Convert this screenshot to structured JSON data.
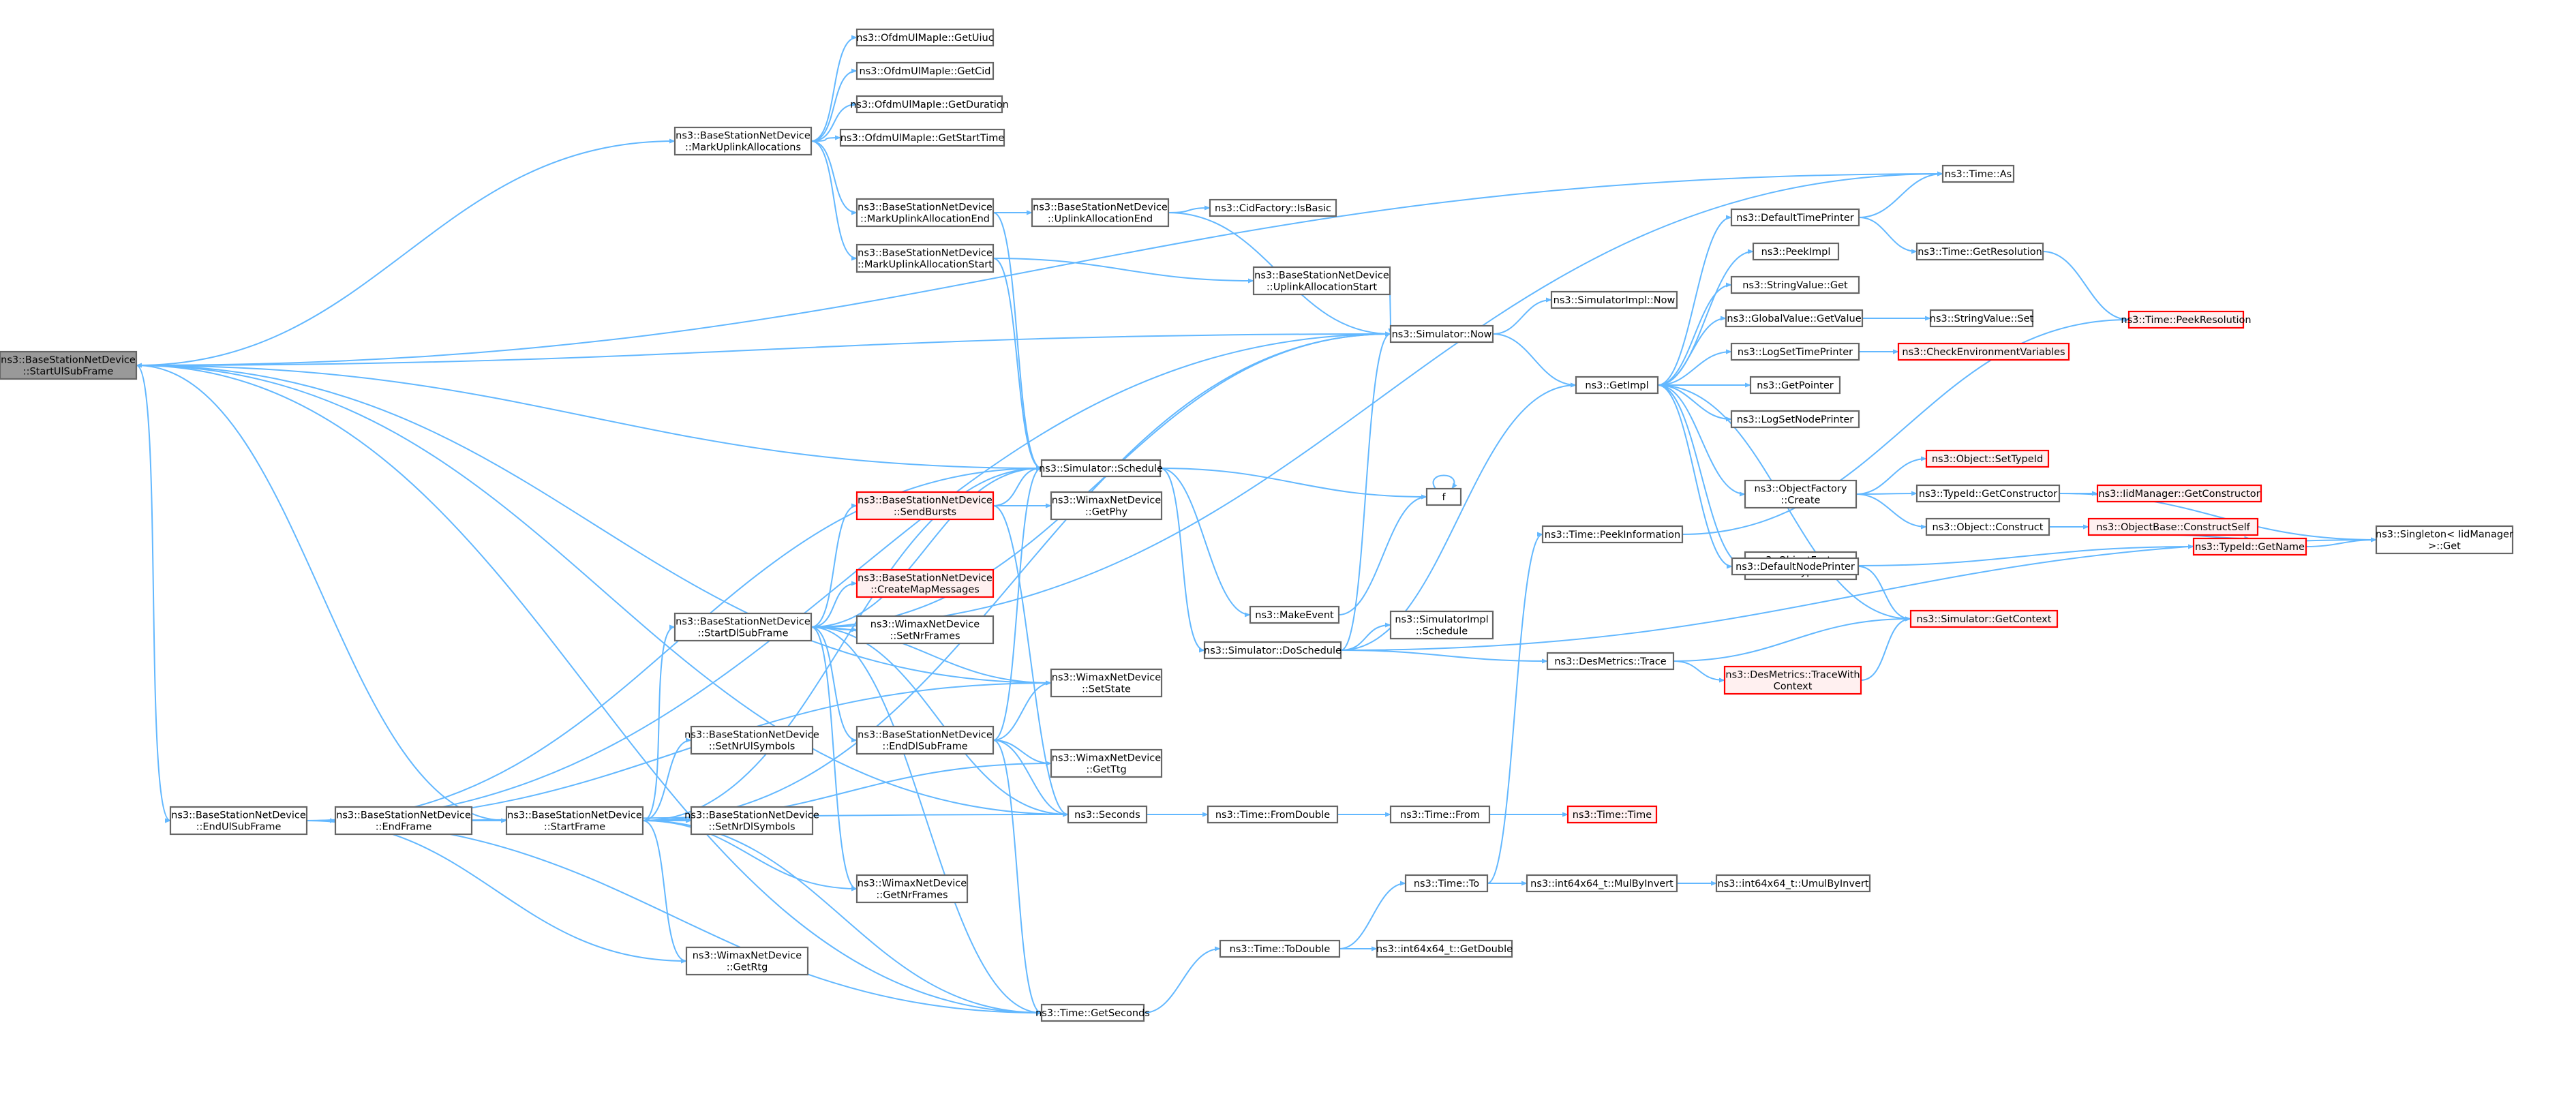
{
  "colors": {
    "edge": "#63b8ff",
    "node_border": "#666666",
    "node_fill": "#ffffff",
    "focus_fill": "#999999",
    "focus_border": "#666666",
    "truncated_border": "#ff0000",
    "truncated_fill": "#fff0f0",
    "text": "#000000"
  },
  "nodes": [
    {
      "id": "n0",
      "lines": [
        "ns3::BaseStationNetDevice",
        "::StartUlSubFrame"
      ],
      "style": "focus"
    },
    {
      "id": "n1",
      "lines": [
        "ns3::OfdmUlMapIe::GetUiuc"
      ],
      "style": "normal"
    },
    {
      "id": "n2",
      "lines": [
        "ns3::OfdmUlMapIe::GetCid"
      ],
      "style": "normal"
    },
    {
      "id": "n3",
      "lines": [
        "ns3::OfdmUlMapIe::GetDuration"
      ],
      "style": "normal"
    },
    {
      "id": "n4",
      "lines": [
        "ns3::OfdmUlMapIe::GetStartTime"
      ],
      "style": "normal"
    },
    {
      "id": "n5",
      "lines": [
        "ns3::BaseStationNetDevice",
        "::MarkUplinkAllocations"
      ],
      "style": "normal"
    },
    {
      "id": "n6",
      "lines": [
        "ns3::Time::As"
      ],
      "style": "normal"
    },
    {
      "id": "n7",
      "lines": [
        "ns3::BaseStationNetDevice",
        "::MarkUplinkAllocationEnd"
      ],
      "style": "normal"
    },
    {
      "id": "n8",
      "lines": [
        "ns3::BaseStationNetDevice",
        "::UplinkAllocationEnd"
      ],
      "style": "normal"
    },
    {
      "id": "n9",
      "lines": [
        "ns3::CidFactory::IsBasic"
      ],
      "style": "normal"
    },
    {
      "id": "n10",
      "lines": [
        "ns3::BaseStationNetDevice",
        "::MarkUplinkAllocationStart"
      ],
      "style": "normal"
    },
    {
      "id": "n11",
      "lines": [
        "ns3::BaseStationNetDevice",
        "::UplinkAllocationStart"
      ],
      "style": "normal"
    },
    {
      "id": "n12",
      "lines": [
        "ns3::Simulator::Now"
      ],
      "style": "normal"
    },
    {
      "id": "n13",
      "lines": [
        "ns3::SimulatorImpl::Now"
      ],
      "style": "normal"
    },
    {
      "id": "n14",
      "lines": [
        "ns3::DefaultTimePrinter"
      ],
      "style": "normal"
    },
    {
      "id": "n15",
      "lines": [
        "ns3::PeekImpl"
      ],
      "style": "normal"
    },
    {
      "id": "n16",
      "lines": [
        "ns3::Time::GetResolution"
      ],
      "style": "normal"
    },
    {
      "id": "n17",
      "lines": [
        "ns3::StringValue::Get"
      ],
      "style": "normal"
    },
    {
      "id": "n18",
      "lines": [
        "ns3::GlobalValue::GetValue"
      ],
      "style": "normal"
    },
    {
      "id": "n19",
      "lines": [
        "ns3::StringValue::Set"
      ],
      "style": "normal"
    },
    {
      "id": "n20",
      "lines": [
        "ns3::Time::PeekResolution"
      ],
      "style": "truncated"
    },
    {
      "id": "n21",
      "lines": [
        "ns3::LogSetTimePrinter"
      ],
      "style": "normal"
    },
    {
      "id": "n22",
      "lines": [
        "ns3::CheckEnvironmentVariables"
      ],
      "style": "truncated"
    },
    {
      "id": "n23",
      "lines": [
        "ns3::GetImpl"
      ],
      "style": "normal"
    },
    {
      "id": "n24",
      "lines": [
        "ns3::GetPointer"
      ],
      "style": "normal"
    },
    {
      "id": "n25",
      "lines": [
        "ns3::LogSetNodePrinter"
      ],
      "style": "normal"
    },
    {
      "id": "n26",
      "lines": [
        "ns3::Simulator::Schedule"
      ],
      "style": "normal"
    },
    {
      "id": "n27",
      "lines": [
        "ns3::BaseStationNetDevice",
        "::SendBursts"
      ],
      "style": "truncated"
    },
    {
      "id": "n28",
      "lines": [
        "ns3::WimaxNetDevice",
        "::GetPhy"
      ],
      "style": "normal"
    },
    {
      "id": "n29",
      "lines": [
        "f"
      ],
      "style": "normal"
    },
    {
      "id": "n30",
      "lines": [
        "ns3::Object::SetTypeId"
      ],
      "style": "truncated"
    },
    {
      "id": "n31",
      "lines": [
        "ns3::ObjectFactory",
        "::Create"
      ],
      "style": "normal"
    },
    {
      "id": "n32",
      "lines": [
        "ns3::TypeId::GetConstructor"
      ],
      "style": "normal"
    },
    {
      "id": "n33",
      "lines": [
        "ns3::IidManager::GetConstructor"
      ],
      "style": "truncated"
    },
    {
      "id": "n34",
      "lines": [
        "ns3::Object::Construct"
      ],
      "style": "normal"
    },
    {
      "id": "n35",
      "lines": [
        "ns3::ObjectBase::ConstructSelf"
      ],
      "style": "truncated"
    },
    {
      "id": "n36",
      "lines": [
        "ns3::Time::PeekInformation"
      ],
      "style": "normal"
    },
    {
      "id": "n37",
      "lines": [
        "ns3::Singleton< IidManager",
        " >::Get"
      ],
      "style": "normal"
    },
    {
      "id": "n38",
      "lines": [
        "ns3::TypeId::GetName"
      ],
      "style": "truncated"
    },
    {
      "id": "n39",
      "lines": [
        "ns3::ObjectFactory",
        "::SetTypeId"
      ],
      "style": "normal"
    },
    {
      "id": "n40",
      "lines": [
        "ns3::BaseStationNetDevice",
        "::CreateMapMessages"
      ],
      "style": "truncated"
    },
    {
      "id": "n41",
      "lines": [
        "ns3::MakeEvent"
      ],
      "style": "normal"
    },
    {
      "id": "n42",
      "lines": [
        "ns3::DefaultNodePrinter"
      ],
      "style": "normal"
    },
    {
      "id": "n43",
      "lines": [
        "ns3::BaseStationNetDevice",
        "::StartDlSubFrame"
      ],
      "style": "normal"
    },
    {
      "id": "n44",
      "lines": [
        "ns3::WimaxNetDevice",
        "::SetNrFrames"
      ],
      "style": "normal"
    },
    {
      "id": "n45",
      "lines": [
        "ns3::SimulatorImpl",
        "::Schedule"
      ],
      "style": "normal"
    },
    {
      "id": "n46",
      "lines": [
        "ns3::Simulator::GetContext"
      ],
      "style": "truncated"
    },
    {
      "id": "n47",
      "lines": [
        "ns3::Simulator::DoSchedule"
      ],
      "style": "normal"
    },
    {
      "id": "n48",
      "lines": [
        "ns3::DesMetrics::Trace"
      ],
      "style": "normal"
    },
    {
      "id": "n49",
      "lines": [
        "ns3::DesMetrics::TraceWith",
        "Context"
      ],
      "style": "truncated"
    },
    {
      "id": "n50",
      "lines": [
        "ns3::WimaxNetDevice",
        "::SetState"
      ],
      "style": "normal"
    },
    {
      "id": "n51",
      "lines": [
        "ns3::BaseStationNetDevice",
        "::SetNrUlSymbols"
      ],
      "style": "normal"
    },
    {
      "id": "n52",
      "lines": [
        "ns3::BaseStationNetDevice",
        "::EndDlSubFrame"
      ],
      "style": "normal"
    },
    {
      "id": "n53",
      "lines": [
        "ns3::WimaxNetDevice",
        "::GetTtg"
      ],
      "style": "normal"
    },
    {
      "id": "n54",
      "lines": [
        "ns3::BaseStationNetDevice",
        "::EndUlSubFrame"
      ],
      "style": "normal"
    },
    {
      "id": "n55",
      "lines": [
        "ns3::BaseStationNetDevice",
        "::EndFrame"
      ],
      "style": "normal"
    },
    {
      "id": "n56",
      "lines": [
        "ns3::BaseStationNetDevice",
        "::StartFrame"
      ],
      "style": "normal"
    },
    {
      "id": "n57",
      "lines": [
        "ns3::BaseStationNetDevice",
        "::SetNrDlSymbols"
      ],
      "style": "normal"
    },
    {
      "id": "n58",
      "lines": [
        "ns3::Seconds"
      ],
      "style": "normal"
    },
    {
      "id": "n59",
      "lines": [
        "ns3::Time::FromDouble"
      ],
      "style": "normal"
    },
    {
      "id": "n60",
      "lines": [
        "ns3::Time::From"
      ],
      "style": "normal"
    },
    {
      "id": "n61",
      "lines": [
        "ns3::Time::Time"
      ],
      "style": "truncated"
    },
    {
      "id": "n62",
      "lines": [
        "ns3::WimaxNetDevice",
        "::GetNrFrames"
      ],
      "style": "normal"
    },
    {
      "id": "n63",
      "lines": [
        "ns3::Time::To"
      ],
      "style": "normal"
    },
    {
      "id": "n64",
      "lines": [
        "ns3::int64x64_t::MulByInvert"
      ],
      "style": "normal"
    },
    {
      "id": "n65",
      "lines": [
        "ns3::int64x64_t::UmulByInvert"
      ],
      "style": "normal"
    },
    {
      "id": "n66",
      "lines": [
        "ns3::WimaxNetDevice",
        "::GetRtg"
      ],
      "style": "normal"
    },
    {
      "id": "n67",
      "lines": [
        "ns3::Time::ToDouble"
      ],
      "style": "normal"
    },
    {
      "id": "n68",
      "lines": [
        "ns3::int64x64_t::GetDouble"
      ],
      "style": "normal"
    },
    {
      "id": "n69",
      "lines": [
        "ns3::Time::GetSeconds"
      ],
      "style": "normal"
    }
  ],
  "edges": [
    [
      "n0",
      "n5"
    ],
    [
      "n0",
      "n6"
    ],
    [
      "n0",
      "n12"
    ],
    [
      "n0",
      "n26"
    ],
    [
      "n0",
      "n50"
    ],
    [
      "n0",
      "n54"
    ],
    [
      "n0",
      "n58"
    ],
    [
      "n0",
      "n69"
    ],
    [
      "n5",
      "n1"
    ],
    [
      "n5",
      "n2"
    ],
    [
      "n5",
      "n3"
    ],
    [
      "n5",
      "n4"
    ],
    [
      "n5",
      "n7"
    ],
    [
      "n5",
      "n10"
    ],
    [
      "n7",
      "n8"
    ],
    [
      "n7",
      "n26"
    ],
    [
      "n8",
      "n9"
    ],
    [
      "n8",
      "n12"
    ],
    [
      "n10",
      "n11"
    ],
    [
      "n10",
      "n26"
    ],
    [
      "n11",
      "n12"
    ],
    [
      "n12",
      "n13"
    ],
    [
      "n12",
      "n23"
    ],
    [
      "n23",
      "n14"
    ],
    [
      "n23",
      "n15"
    ],
    [
      "n23",
      "n17"
    ],
    [
      "n23",
      "n18"
    ],
    [
      "n23",
      "n21"
    ],
    [
      "n23",
      "n24"
    ],
    [
      "n23",
      "n25"
    ],
    [
      "n23",
      "n31"
    ],
    [
      "n23",
      "n39"
    ],
    [
      "n23",
      "n42"
    ],
    [
      "n23",
      "n46"
    ],
    [
      "n14",
      "n6"
    ],
    [
      "n14",
      "n16"
    ],
    [
      "n16",
      "n20"
    ],
    [
      "n18",
      "n19"
    ],
    [
      "n21",
      "n22"
    ],
    [
      "n31",
      "n30"
    ],
    [
      "n31",
      "n32"
    ],
    [
      "n31",
      "n34"
    ],
    [
      "n32",
      "n33"
    ],
    [
      "n34",
      "n35"
    ],
    [
      "n35",
      "n38"
    ],
    [
      "n39",
      "n38"
    ],
    [
      "n38",
      "n37"
    ],
    [
      "n32",
      "n37"
    ],
    [
      "n42",
      "n46"
    ],
    [
      "n36",
      "n20"
    ],
    [
      "n26",
      "n29"
    ],
    [
      "n26",
      "n41"
    ],
    [
      "n26",
      "n47"
    ],
    [
      "n29",
      "n29"
    ],
    [
      "n41",
      "n29"
    ],
    [
      "n47",
      "n12"
    ],
    [
      "n47",
      "n23"
    ],
    [
      "n47",
      "n45"
    ],
    [
      "n47",
      "n48"
    ],
    [
      "n47",
      "n37"
    ],
    [
      "n48",
      "n46"
    ],
    [
      "n48",
      "n49"
    ],
    [
      "n49",
      "n46"
    ],
    [
      "n27",
      "n26"
    ],
    [
      "n27",
      "n28"
    ],
    [
      "n27",
      "n58"
    ],
    [
      "n43",
      "n6"
    ],
    [
      "n43",
      "n12"
    ],
    [
      "n43",
      "n26"
    ],
    [
      "n43",
      "n27"
    ],
    [
      "n43",
      "n40"
    ],
    [
      "n43",
      "n44"
    ],
    [
      "n43",
      "n50"
    ],
    [
      "n43",
      "n52"
    ],
    [
      "n43",
      "n62"
    ],
    [
      "n43",
      "n58"
    ],
    [
      "n43",
      "n69"
    ],
    [
      "n52",
      "n26"
    ],
    [
      "n52",
      "n50"
    ],
    [
      "n52",
      "n53"
    ],
    [
      "n52",
      "n58"
    ],
    [
      "n52",
      "n69"
    ],
    [
      "n54",
      "n26"
    ],
    [
      "n54",
      "n50"
    ],
    [
      "n54",
      "n55"
    ],
    [
      "n54",
      "n58"
    ],
    [
      "n54",
      "n66"
    ],
    [
      "n54",
      "n69"
    ],
    [
      "n54",
      "n12"
    ],
    [
      "n55",
      "n56"
    ],
    [
      "n56",
      "n26"
    ],
    [
      "n56",
      "n43"
    ],
    [
      "n56",
      "n51"
    ],
    [
      "n56",
      "n53"
    ],
    [
      "n56",
      "n57"
    ],
    [
      "n56",
      "n62"
    ],
    [
      "n56",
      "n66"
    ],
    [
      "n56",
      "n12"
    ],
    [
      "n56",
      "n69"
    ],
    [
      "n56",
      "n0"
    ],
    [
      "n58",
      "n59"
    ],
    [
      "n59",
      "n60"
    ],
    [
      "n60",
      "n61"
    ],
    [
      "n69",
      "n67"
    ],
    [
      "n67",
      "n63"
    ],
    [
      "n67",
      "n68"
    ],
    [
      "n63",
      "n64"
    ],
    [
      "n64",
      "n65"
    ],
    [
      "n63",
      "n36"
    ]
  ]
}
